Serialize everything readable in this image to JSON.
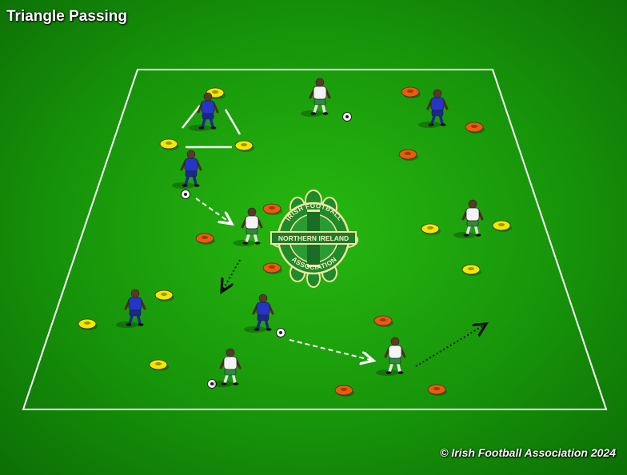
{
  "diagram": {
    "title": "Triangle Passing",
    "copyright": "© Irish Football Association 2024"
  },
  "logo": {
    "text_top": "IRISH FOOTBALL",
    "text_middle": "NORTHERN IRELAND",
    "text_bottom": "ASSOCIATION"
  },
  "colors": {
    "pitch": "#1ea60c",
    "lines": "#ffffff",
    "blue_team": "#2435c8",
    "white_team": "#f4f4f4",
    "yellow_cone": "#f5e600",
    "orange_cone": "#ee5a0a",
    "logo_green": "#1f8a2a"
  },
  "legend_notes": {
    "pass_line": "dashed white arrow",
    "run_line": "dotted black arrow"
  }
}
